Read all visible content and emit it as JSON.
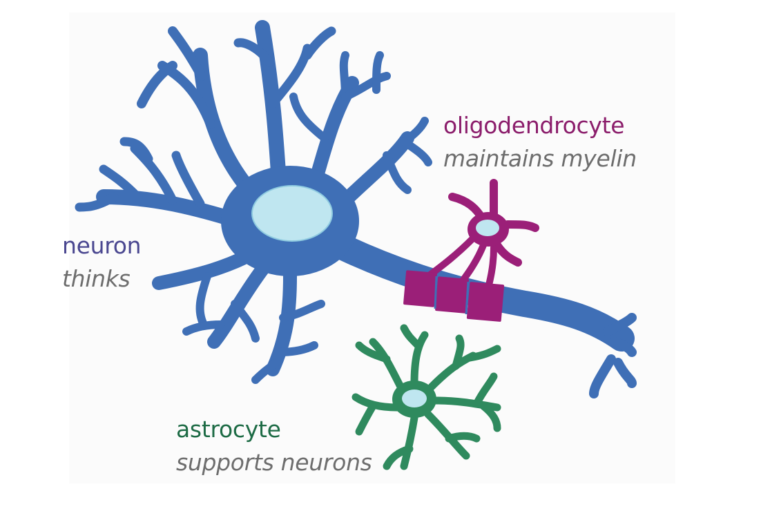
{
  "labels": {
    "neuron": {
      "name": "neuron",
      "role": "thinks"
    },
    "oligodendrocyte": {
      "name": "oligodendrocyte",
      "role": "maintains myelin"
    },
    "astrocyte": {
      "name": "astrocyte",
      "role": "supports neurons"
    }
  },
  "colors": {
    "neuron": "#3f6fb6",
    "neuron_text": "#4a4790",
    "oligodendrocyte": "#9b1f78",
    "oligodendrocyte_text": "#8b1d6b",
    "astrocyte": "#2f8a5e",
    "astrocyte_text": "#1d6b45",
    "nucleus": "#bfe6f0",
    "role_text": "#6d6d6d"
  },
  "icons": {
    "neuron": "neuron-cell-icon",
    "oligodendrocyte": "oligodendrocyte-cell-icon",
    "astrocyte": "astrocyte-cell-icon"
  }
}
